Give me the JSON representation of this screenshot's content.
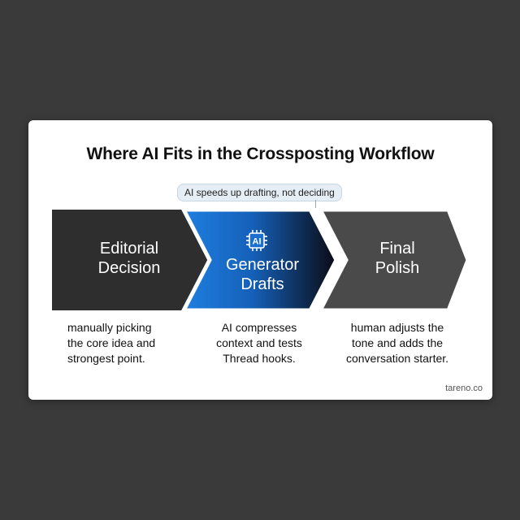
{
  "title": "Where AI Fits in the Crossposting Workflow",
  "note": "AI speeds up drafting, not deciding",
  "steps": [
    {
      "label_line1": "Editorial",
      "label_line2": "Decision",
      "desc": [
        "manually picking",
        "the core idea and",
        "strongest point."
      ]
    },
    {
      "label_line1": "Generator",
      "label_line2": "Drafts",
      "badge": "AI",
      "desc": [
        "AI compresses",
        "context and tests",
        "Thread hooks."
      ]
    },
    {
      "label_line1": "Final",
      "label_line2": "Polish",
      "desc": [
        "human adjusts the",
        "tone and adds the",
        "conversation starter."
      ]
    }
  ],
  "brand": "tareno.co",
  "colors": {
    "step1": "#2e2e2e",
    "step2_start": "#1e7fe0",
    "step2_end": "#0a0a12",
    "step3": "#4a4a4a",
    "background": "#3a3a3a"
  }
}
